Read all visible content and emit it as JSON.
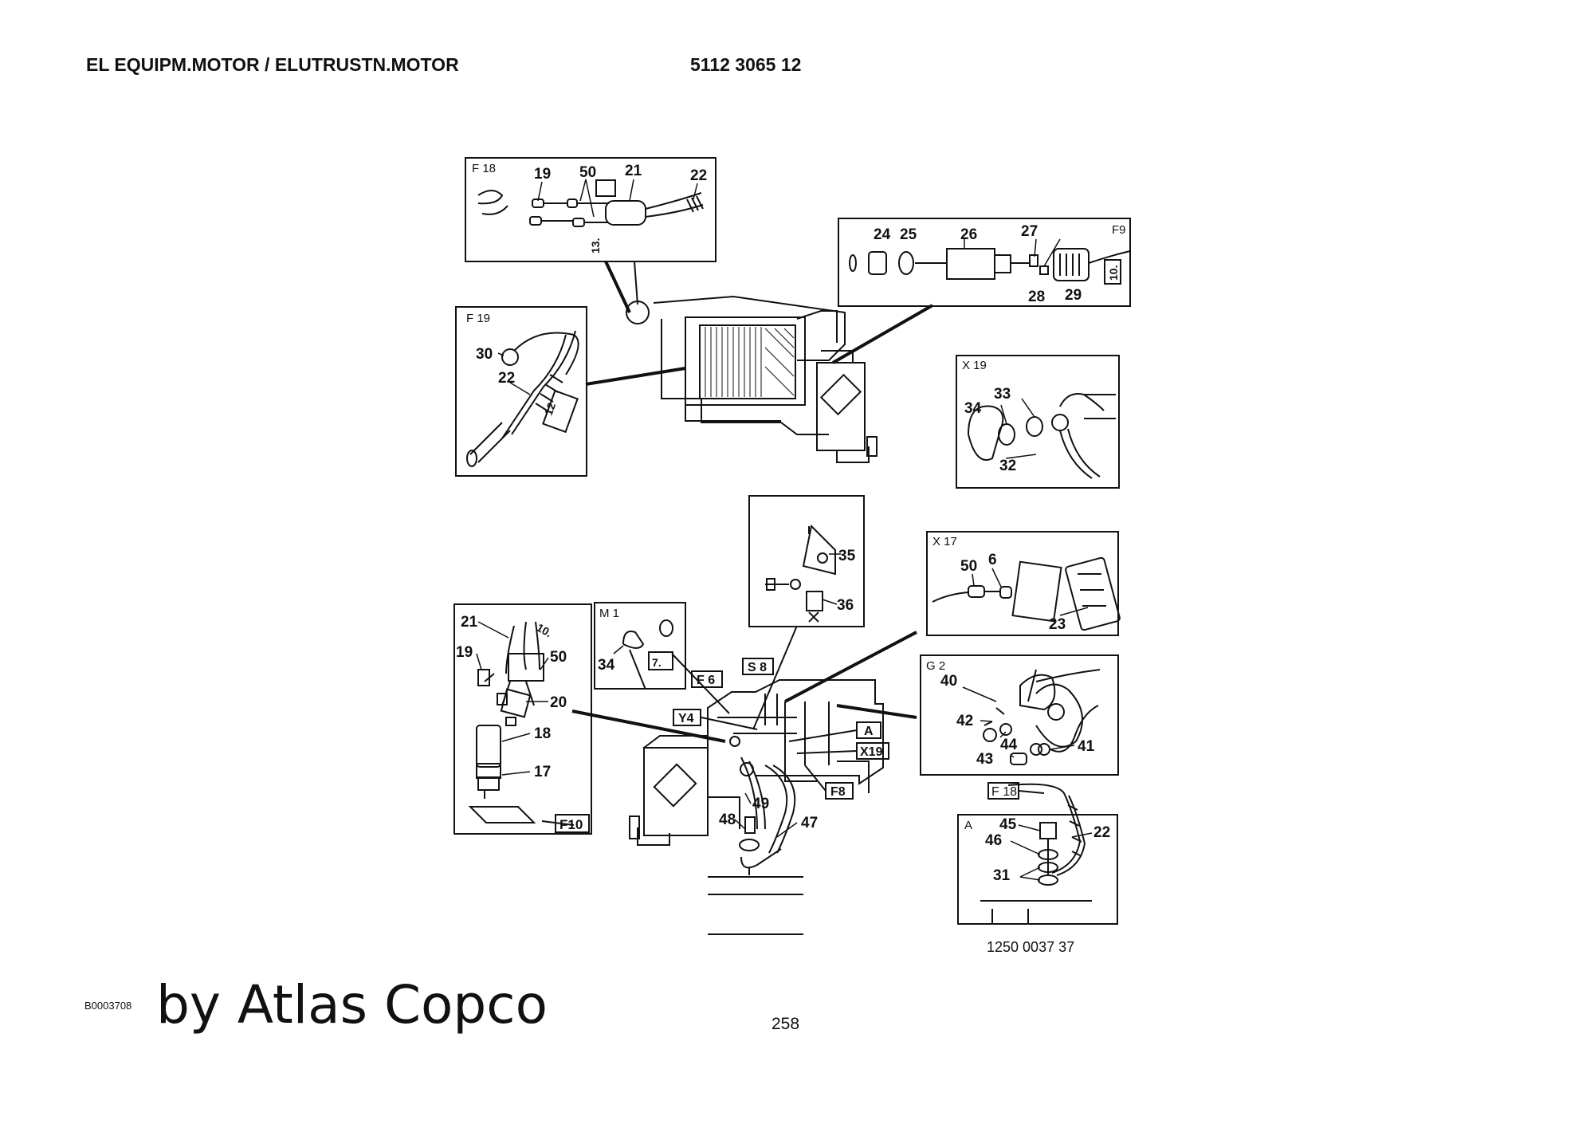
{
  "header": {
    "title": "EL EQUIPM.MOTOR / ELUTRUSTN.MOTOR",
    "part_number": "5112 3065 12"
  },
  "footer": {
    "code": "B0003708",
    "brand": "by Atlas Copco",
    "page_number": "258",
    "drawing_number": "1250 0037 37"
  },
  "diagram": {
    "insets": {
      "f18": {
        "title": "F 18",
        "callouts": [
          "19",
          "50",
          "21",
          "22"
        ],
        "tags": [
          "13."
        ]
      },
      "f9": {
        "title": "F9",
        "callouts": [
          "24",
          "25",
          "26",
          "27",
          "28",
          "29"
        ],
        "tags": [
          "10."
        ]
      },
      "f19": {
        "title": "F 19",
        "callouts": [
          "30",
          "22"
        ],
        "tags": [
          "12"
        ]
      },
      "x19": {
        "title": "X 19",
        "callouts": [
          "34",
          "33",
          "32"
        ]
      },
      "bracket": {
        "callouts": [
          "35",
          "36"
        ]
      },
      "x17": {
        "title": "X 17",
        "callouts": [
          "50",
          "6",
          "23"
        ]
      },
      "f10": {
        "title": "F10",
        "callouts": [
          "21",
          "19",
          "50",
          "20",
          "18",
          "17"
        ],
        "tags": [
          "10."
        ]
      },
      "m1": {
        "title": "M 1",
        "callouts": [
          "34"
        ],
        "tags": [
          "7."
        ]
      },
      "g2": {
        "title": "G 2",
        "callouts": [
          "40",
          "42",
          "44",
          "43",
          "41"
        ]
      },
      "a": {
        "title": "A",
        "callouts": [
          "45",
          "46",
          "31",
          "22"
        ]
      }
    },
    "main_labels": [
      "F 6",
      "S 8",
      "Y4",
      "A",
      "X19",
      "F8",
      "F 18"
    ],
    "main_callouts": [
      "49",
      "48",
      "47"
    ]
  }
}
